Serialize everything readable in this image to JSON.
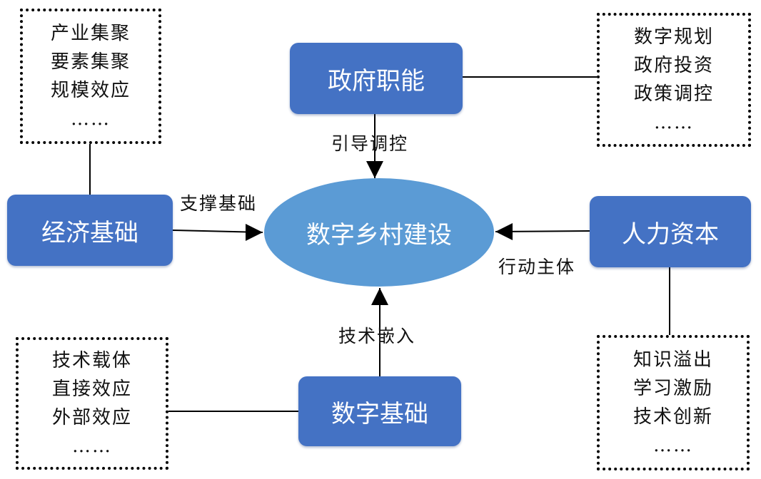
{
  "center": {
    "label": "数字乡村建设"
  },
  "nodes": {
    "government": {
      "label": "政府职能"
    },
    "economy": {
      "label": "经济基础"
    },
    "human_capital": {
      "label": "人力资本"
    },
    "digital_foundation": {
      "label": "数字基础"
    }
  },
  "edges": {
    "government": {
      "label": "引导调控"
    },
    "economy": {
      "label": "支撑基础"
    },
    "human_capital": {
      "label": "行动主体"
    },
    "digital_foundation": {
      "label": "技术嵌入"
    }
  },
  "details": {
    "economy": [
      "产业集聚",
      "要素集聚",
      "规模效应",
      "……"
    ],
    "government": [
      "数字规划",
      "政府投资",
      "政策调控",
      "……"
    ],
    "digital_foundation": [
      "技术载体",
      "直接效应",
      "外部效应",
      "……"
    ],
    "human_capital": [
      "知识溢出",
      "学习激励",
      "技术创新",
      "……"
    ]
  },
  "colors": {
    "node_fill": "#4472c4",
    "center_fill": "#5b9bd5",
    "text_on_fill": "#ffffff",
    "line": "#000000"
  }
}
